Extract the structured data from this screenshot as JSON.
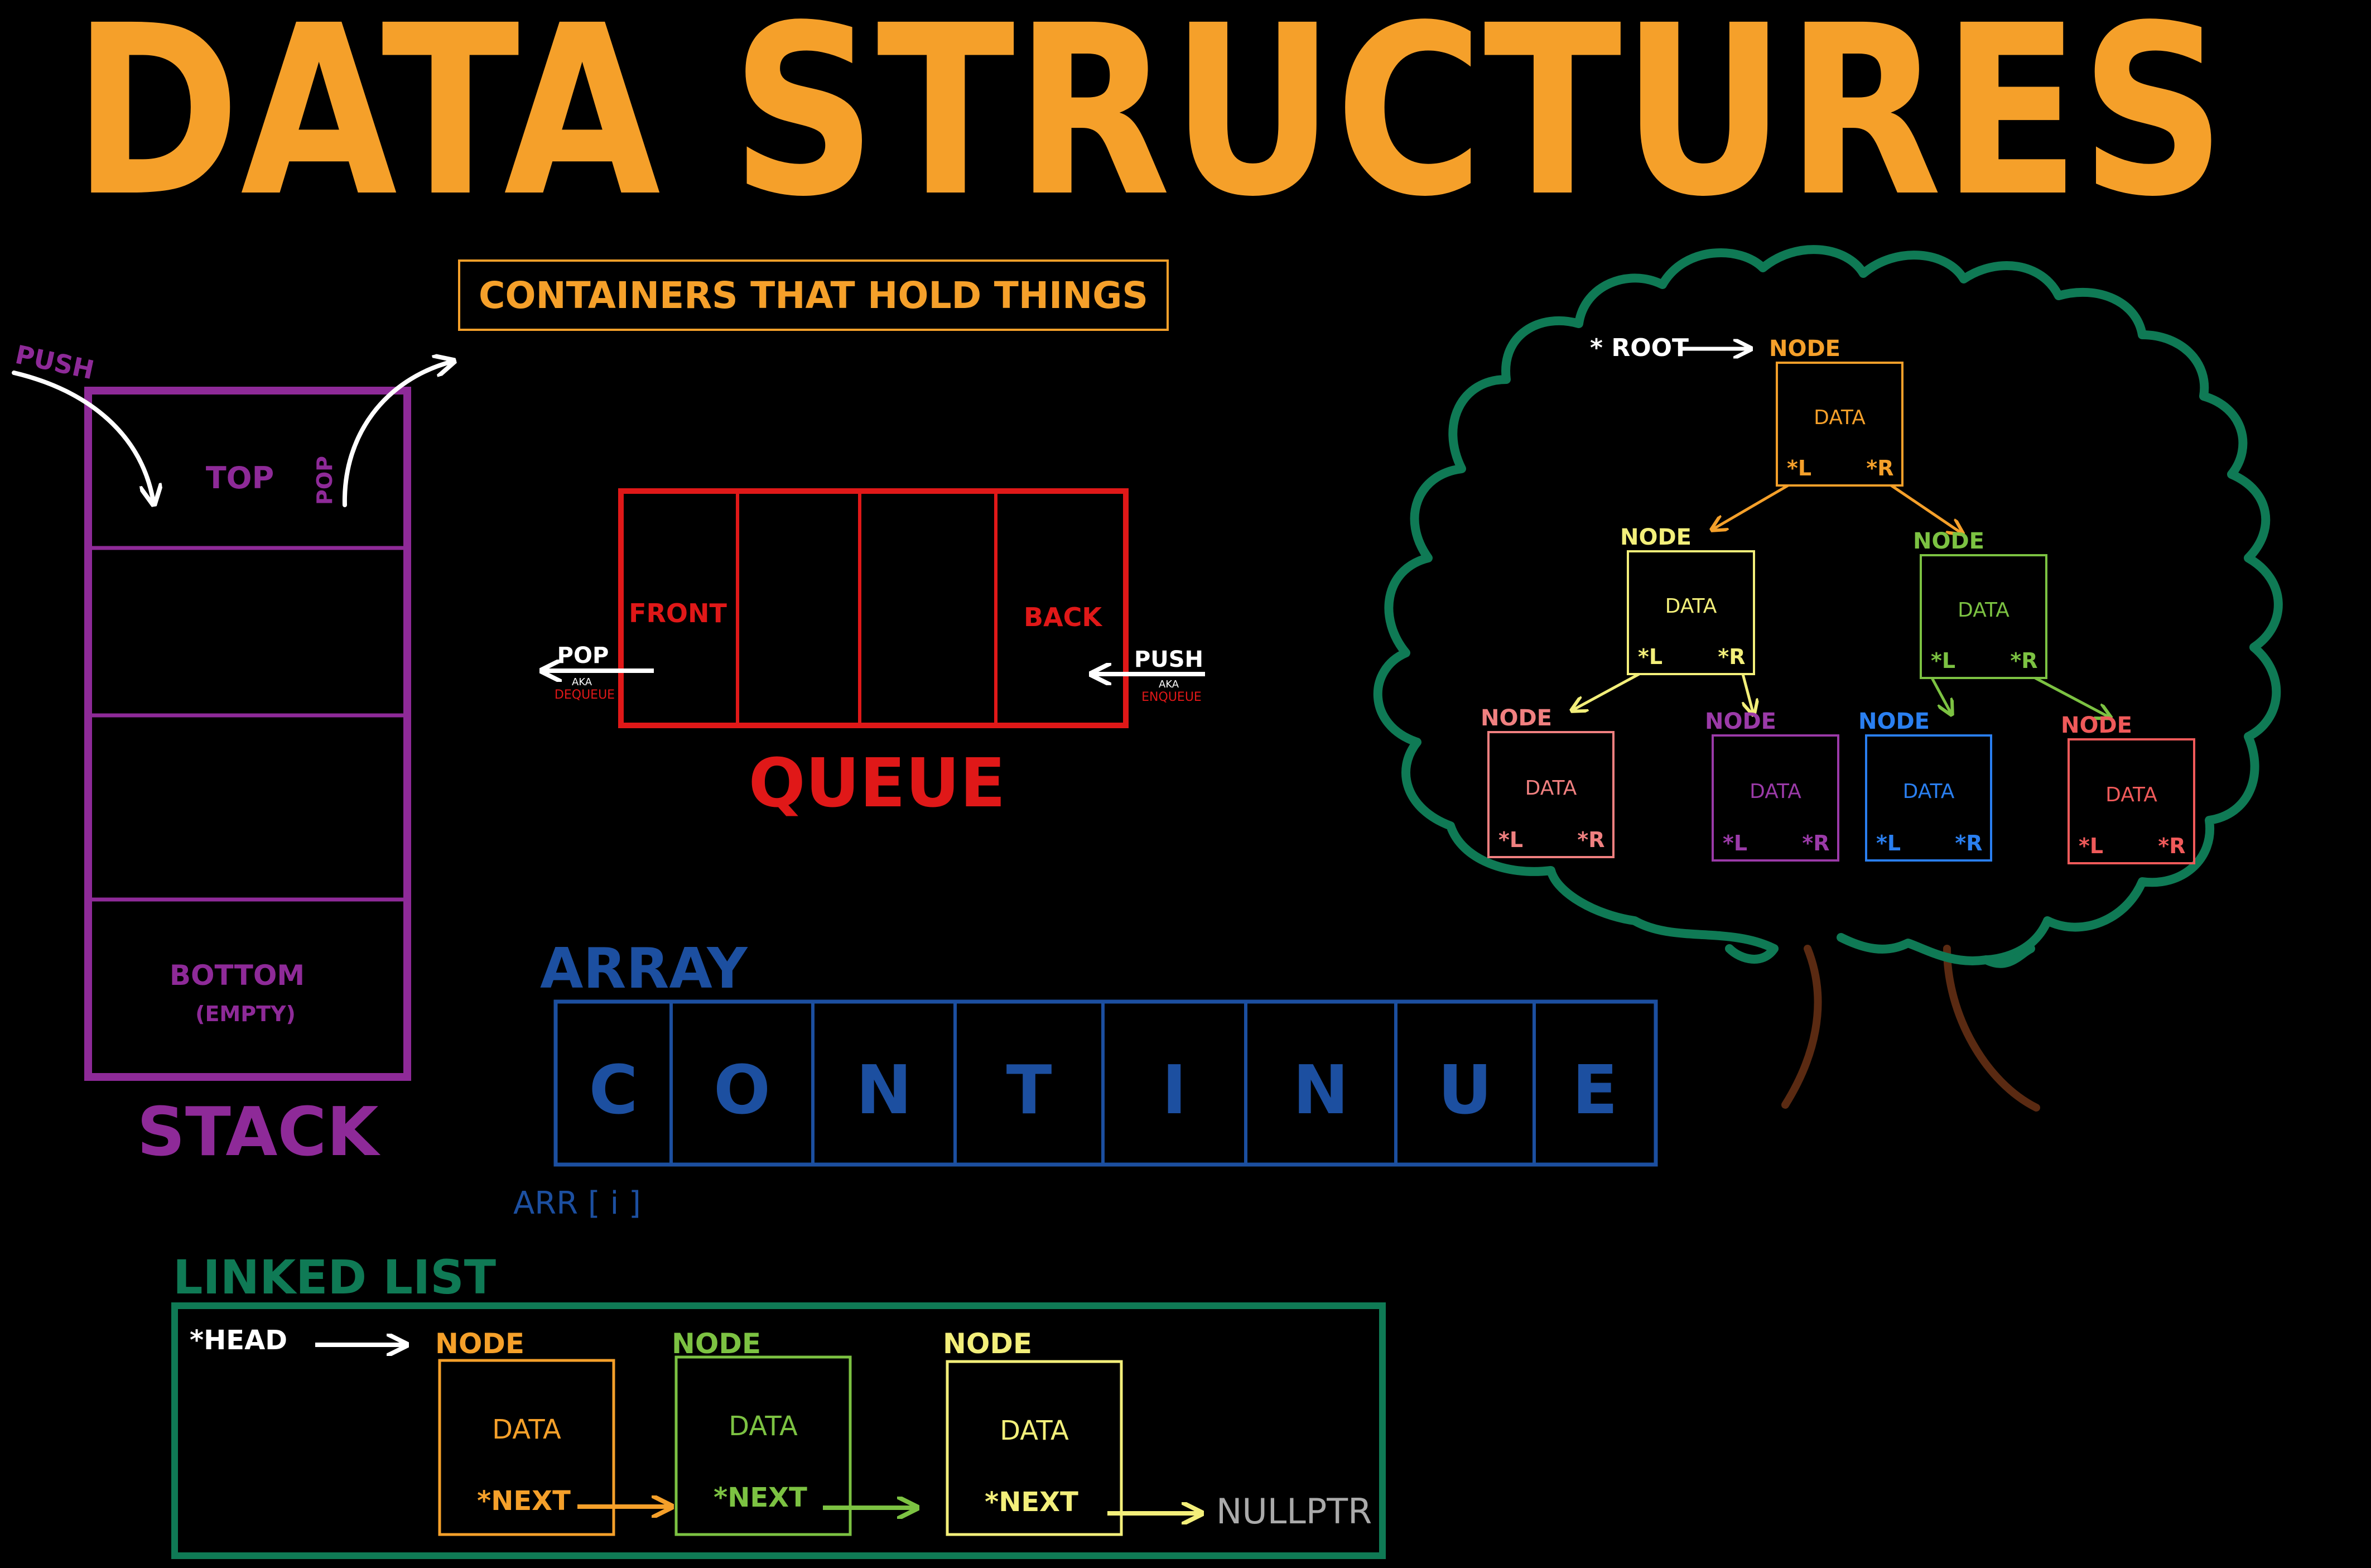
{
  "title": "DATA STRUCTURES",
  "subtitle": "CONTAINERS THAT HOLD THINGS",
  "colors": {
    "background": "#000000",
    "title": "#f5a02a",
    "stack": "#8e2a98",
    "queue": "#e01818",
    "array": "#1c4fa0",
    "linked_list": "#0f7a55",
    "tree": "#0f7a55",
    "trunk": "#5a2a12"
  },
  "stack": {
    "label": "STACK",
    "push_label": "PUSH",
    "pop_label": "POP",
    "top_label": "TOP",
    "bottom_label": "BOTTOM",
    "bottom_note": "(EMPTY)"
  },
  "queue": {
    "label": "QUEUE",
    "front_label": "FRONT",
    "back_label": "BACK",
    "pop_label": "POP",
    "pop_aka": "AKA",
    "pop_alias": "DEQUEUE",
    "push_label": "PUSH",
    "push_aka": "AKA",
    "push_alias": "ENQUEUE"
  },
  "array": {
    "label": "ARRAY",
    "cells": [
      "C",
      "O",
      "N",
      "T",
      "I",
      "N",
      "U",
      "E"
    ],
    "index_label": "ARR [ i ]"
  },
  "linked_list": {
    "label": "LINKED LIST",
    "head_label": "*HEAD",
    "nodes": [
      {
        "title": "NODE",
        "data": "DATA",
        "next": "*NEXT",
        "color": "#f5a02a"
      },
      {
        "title": "NODE",
        "data": "DATA",
        "next": "*NEXT",
        "color": "#7cc242"
      },
      {
        "title": "NODE",
        "data": "DATA",
        "next": "*NEXT",
        "color": "#f3ef7a"
      }
    ],
    "terminal": "NULLPTR"
  },
  "tree": {
    "root_label": "* ROOT",
    "nodes": [
      {
        "title": "NODE",
        "data": "DATA",
        "left": "*L",
        "right": "*R",
        "color": "#f5a02a"
      },
      {
        "title": "NODE",
        "data": "DATA",
        "left": "*L",
        "right": "*R",
        "color": "#f3ef7a"
      },
      {
        "title": "NODE",
        "data": "DATA",
        "left": "*L",
        "right": "*R",
        "color": "#7cc242"
      },
      {
        "title": "NODE",
        "data": "DATA",
        "left": "*L",
        "right": "*R",
        "color": "#f08080"
      },
      {
        "title": "NODE",
        "data": "DATA",
        "left": "*L",
        "right": "*R",
        "color": "#9b3aa8"
      },
      {
        "title": "NODE",
        "data": "DATA",
        "left": "*L",
        "right": "*R",
        "color": "#2a7ff0"
      },
      {
        "title": "NODE",
        "data": "DATA",
        "left": "*L",
        "right": "*R",
        "color": "#f05a5a"
      }
    ]
  }
}
